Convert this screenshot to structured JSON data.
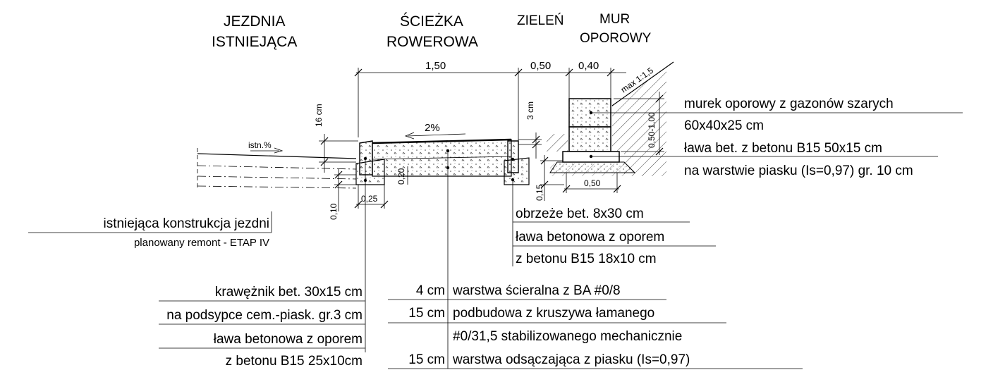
{
  "headers": {
    "jezdnia_l1": "JEZDNIA",
    "jezdnia_l2": "ISTNIEJĄCA",
    "sciezka_l1": "ŚCIEŻKA",
    "sciezka_l2": "ROWEROWA",
    "zielen": "ZIELEŃ",
    "mur_l1": "MUR",
    "mur_l2": "OPOROWY"
  },
  "dimensions": {
    "w_path": "1,50",
    "w_green": "0,50",
    "w_wall": "0,40",
    "curb_height": "16 cm",
    "edge_offset": "3 cm",
    "wall_height": "0,50-1,00",
    "slope_path": "2%",
    "slope_road": "istn.%",
    "bench_width_left": "0,25",
    "edge_depth": "0,20",
    "depth_left": "0,10",
    "depth_right": "0,15",
    "foot_width": "0,50",
    "slope_max": "max 1:1,5"
  },
  "annotations": {
    "wall_desc_l1": "murek oporowy z gazonów szarych",
    "wall_desc_l2": "60x40x25 cm",
    "foot_desc_l1": "ława bet. z betonu B15 50x15 cm",
    "foot_desc_l2": "na warstwie piasku (Is=0,97) gr. 10 cm",
    "edge_l1": "obrzeże bet. 8x30 cm",
    "edge_l2": "ława betonowa z oporem",
    "edge_l3": "z betonu B15 18x10 cm",
    "road_l1": "istniejąca konstrukcja jezdni",
    "road_l2": "planowany remont - ETAP IV",
    "curb_l1": "krawężnik bet. 30x15 cm",
    "curb_l2": "na podsypce cem.-piask. gr.3 cm",
    "curb_l3": "ława betonowa z oporem",
    "curb_l4": "z betonu B15 25x10cm"
  },
  "layers": [
    {
      "thickness": "4 cm",
      "desc": "warstwa ścieralna z BA #0/8"
    },
    {
      "thickness": "15 cm",
      "desc": "podbudowa z kruszywa łamanego"
    },
    {
      "thickness": "",
      "desc": "#0/31,5 stabilizowanego mechanicznie"
    },
    {
      "thickness": "15 cm",
      "desc": "warstwa odsączająca z piasku (Is=0,97)"
    }
  ]
}
